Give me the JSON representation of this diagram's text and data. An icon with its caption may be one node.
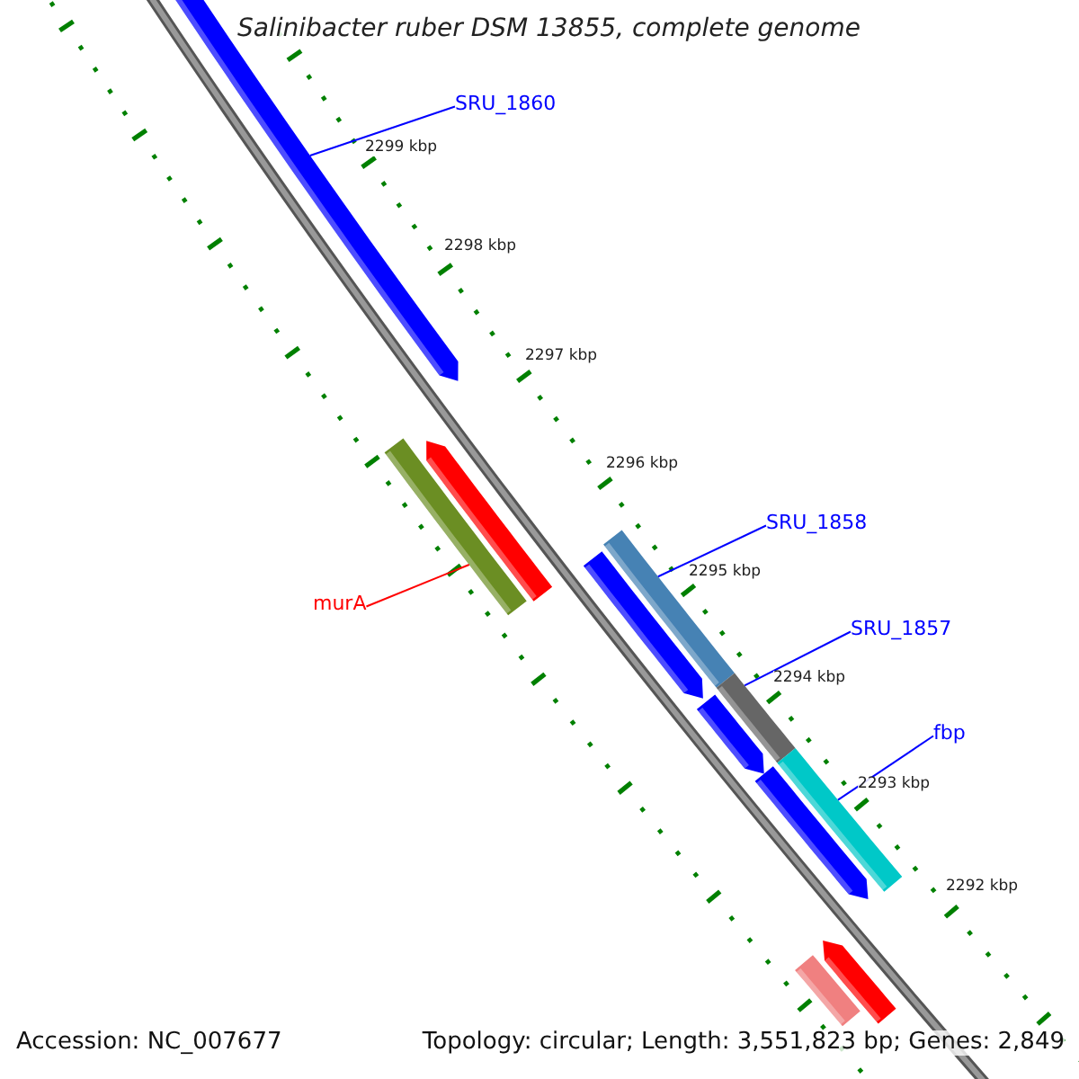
{
  "diagram": {
    "title": "Salinibacter ruber DSM 13855, complete genome",
    "nodes": [
      {
        "text": [
          "SRU_1860"
        ]
      },
      {
        "text": [],
        "shape": "bar"
      },
      {
        "text": [
          "SRU_1858"
        ]
      },
      {
        "text": [],
        "shape": "bar"
      },
      {
        "text": [
          "murA"
        ]
      },
      {
        "text": [],
        "shape": "bar"
      },
      {
        "text": [
          "SRU_1857"
        ]
      },
      {
        "text": [],
        "shape": "bar"
      },
      {
        "text": [
          "fbp"
        ]
      },
      {
        "text": [],
        "shape": "bar"
      },
      {
        "text": [],
        "shape": "bar"
      },
      {
        "text": [],
        "shape": "bar"
      },
      {
        "text": [],
        "shape": "bar"
      },
      {
        "text": [],
        "shape": "bar"
      },
      {
        "text": [],
        "shape": "bar"
      },
      {
        "text": [],
        "shape": "bar"
      }
    ],
    "edges": [
      {
        "from": 0,
        "to": 1,
        "arrow": "none"
      },
      {
        "from": 2,
        "to": 3,
        "arrow": "none"
      },
      {
        "from": 4,
        "to": 5,
        "arrow": "none",
        "color": "#ff0000"
      },
      {
        "from": 6,
        "to": 7,
        "arrow": "none"
      },
      {
        "from": 8,
        "to": 9,
        "arrow": "none"
      }
    ],
    "labels": [
      "2299 kbp",
      "2298 kbp",
      "2297 kbp",
      "2296 kbp",
      "2295 kbp",
      "2294 kbp",
      "2293 kbp",
      "2292 kbp",
      "Accession: NC_007677",
      "Topology: circular; Length: 3,551,823 bp; Genes: 2,849"
    ]
  }
}
